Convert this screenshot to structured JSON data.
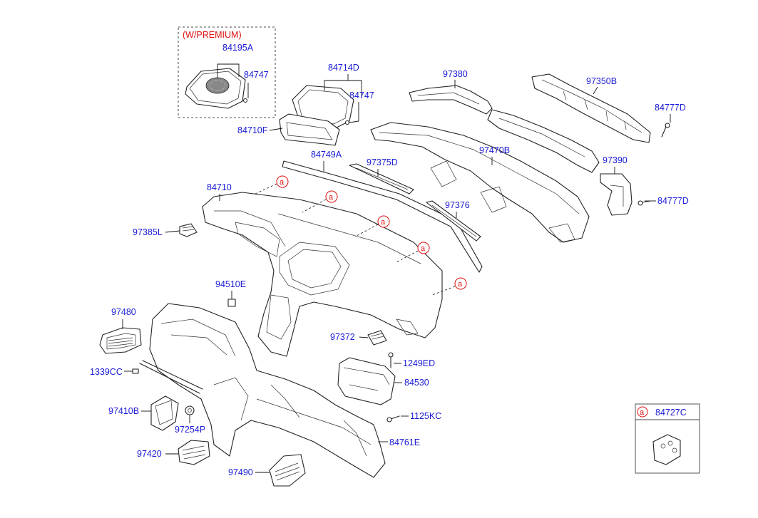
{
  "premium_box": {
    "title": "(W/PREMIUM)",
    "part_top": "84195A",
    "part_screw": "84747"
  },
  "callout_letter": "a",
  "detail_box": {
    "letter": "a",
    "part": "84727C"
  },
  "labels": {
    "p84714D": "84714D",
    "p84747b": "84747",
    "p84710F": "84710F",
    "p97380": "97380",
    "p97350B": "97350B",
    "p84777D_top": "84777D",
    "p84749A": "84749A",
    "p97375D": "97375D",
    "p97470B": "97470B",
    "p97390": "97390",
    "p84777D_bot": "84777D",
    "p84710": "84710",
    "p97376": "97376",
    "p97385L": "97385L",
    "p94510E": "94510E",
    "p97480": "97480",
    "p97372": "97372",
    "p1249ED": "1249ED",
    "p1339CC": "1339CC",
    "p84530": "84530",
    "p97410B": "97410B",
    "p1125KC": "1125KC",
    "p97254P": "97254P",
    "p84761E": "84761E",
    "p97420": "97420",
    "p97490": "97490"
  }
}
